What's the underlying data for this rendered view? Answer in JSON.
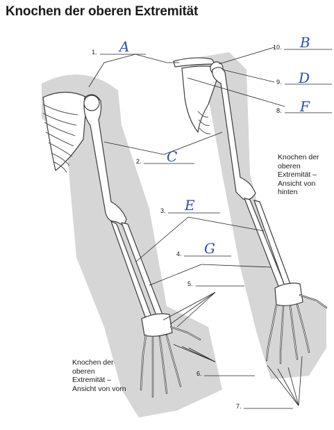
{
  "title": "Knochen der oberen Extremität",
  "captions": {
    "back": "Knochen der\noberen\nExtremität –\nAnsicht von\nhinten",
    "front": "Knochen der\noberen\nExtremität –\nAnsicht von vorn"
  },
  "labels": [
    {
      "number": "1.",
      "answer": "A"
    },
    {
      "number": "2.",
      "answer": "C"
    },
    {
      "number": "3.",
      "answer": "E"
    },
    {
      "number": "4.",
      "answer": "G"
    },
    {
      "number": "5.",
      "answer": ""
    },
    {
      "number": "6.",
      "answer": ""
    },
    {
      "number": "7.",
      "answer": ""
    },
    {
      "number": "8.",
      "answer": "F"
    },
    {
      "number": "9.",
      "answer": "D"
    },
    {
      "number": "10.",
      "answer": "B"
    }
  ],
  "colors": {
    "shadow": "#d3d3d3",
    "bone_outline": "#3a3a3a",
    "handwriting": "#2c4bb5",
    "text": "#1a1a1a"
  }
}
